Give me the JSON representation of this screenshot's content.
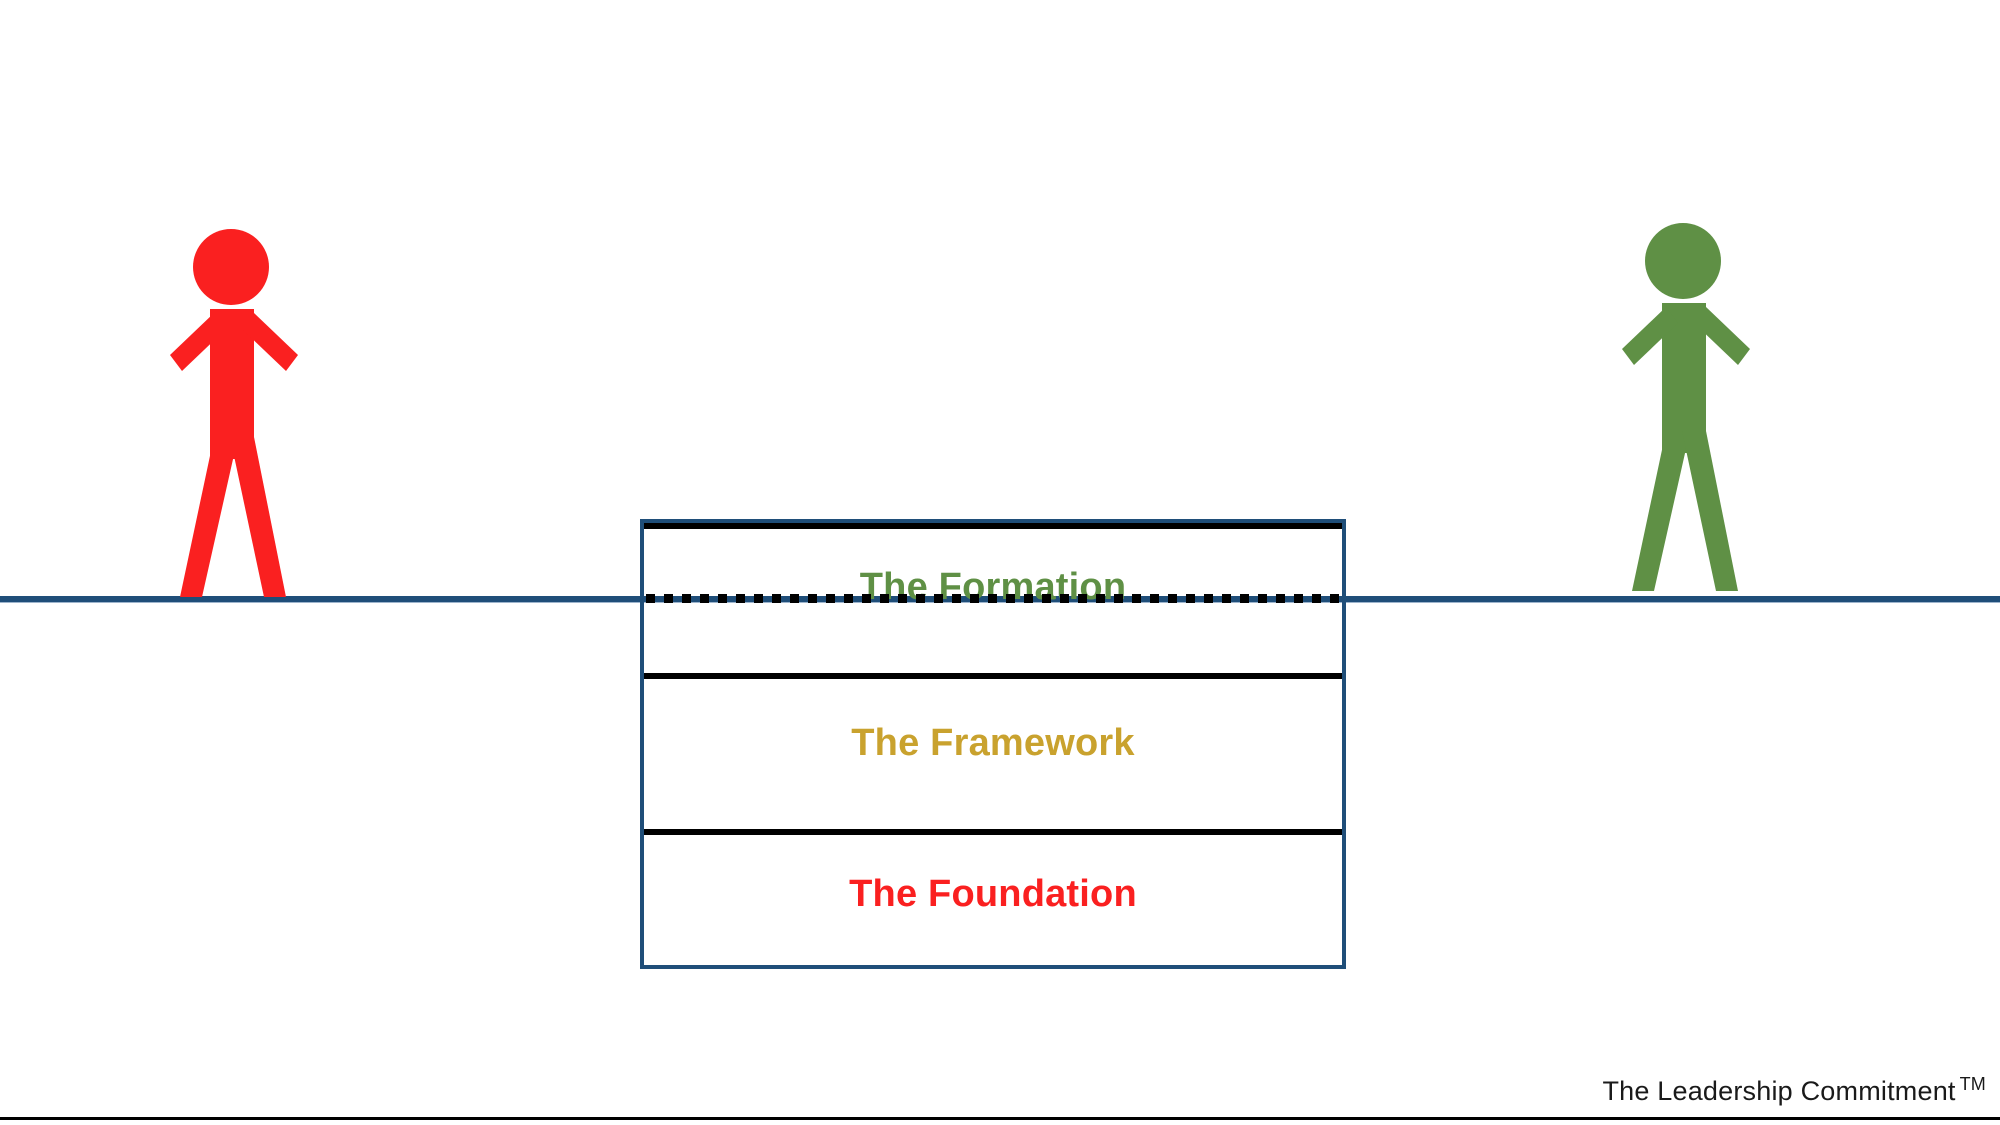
{
  "slide": {
    "background_color": "#FFFFFF",
    "ground_line_color": "#1F4E79",
    "dotted_line_color": "#000000"
  },
  "figures": [
    {
      "name": "red-person",
      "side": "left",
      "color": "#FA2020",
      "state": "below-the-line"
    },
    {
      "name": "green-person",
      "side": "right",
      "color": "#5F9045",
      "state": "above-the-line"
    }
  ],
  "stack": {
    "border_color": "#1F4E79",
    "divider_color": "#000000",
    "bands": [
      {
        "label": "The Formation",
        "color": "#5F9045"
      },
      {
        "label": "The Framework",
        "color": "#C9A22E"
      },
      {
        "label": "The Foundation",
        "color": "#FA2020"
      }
    ]
  },
  "footer": {
    "brand": "The Leadership Commitment",
    "trademark": "TM"
  }
}
